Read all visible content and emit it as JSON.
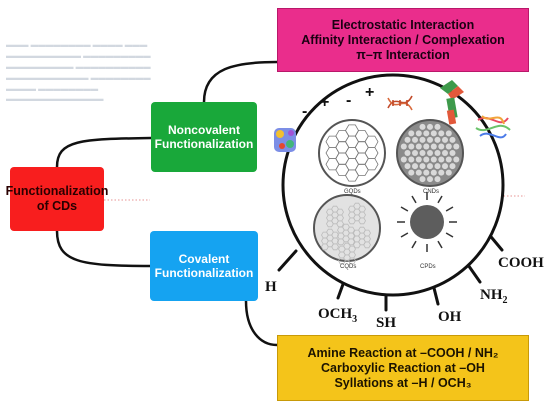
{
  "root": {
    "lines": [
      "Functionalization",
      "of CDs"
    ]
  },
  "noncovalent": {
    "lines": [
      "Noncovalent",
      "Functionalization"
    ]
  },
  "covalent": {
    "lines": [
      "Covalent",
      "Functionalization"
    ]
  },
  "top_box": {
    "lines": [
      "Electrostatic Interaction",
      "Affinity Interaction / Complexation",
      "π–π Interaction"
    ]
  },
  "bottom_box": {
    "lines": [
      "Amine Reaction at –COOH / NH₂",
      "Carboxylic Reaction at –OH",
      "Syllations at –H / OCH₃"
    ]
  },
  "particles": {
    "gqd": "GQDs",
    "cnd": "CNDs",
    "cqd": "CQDs",
    "cpd": "CPDs"
  },
  "charges": [
    "-",
    "+",
    "-",
    "+"
  ],
  "groups": {
    "h": "H",
    "och3": "OCH",
    "och3_sub": "3",
    "sh": "SH",
    "oh": "OH",
    "nh2": "NH",
    "nh2_sub": "2",
    "cooh": "COOH"
  },
  "colors": {
    "root": "#f81e1e",
    "noncovalent": "#19a83a",
    "covalent": "#15a3f1",
    "top_box": "#ea2d8c",
    "bottom_box": "#f4c41a"
  },
  "icons": [
    "protein-icon",
    "dna-icon",
    "antibody-icon",
    "protein-ribbon-icon"
  ]
}
